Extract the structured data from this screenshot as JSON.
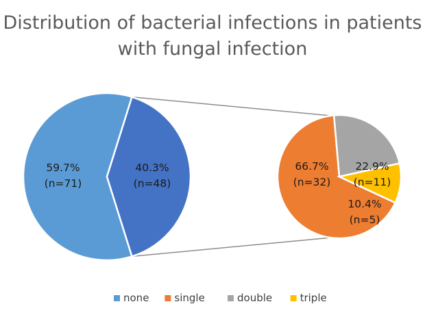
{
  "chart_data": {
    "type": "pie",
    "subtype": "pie-of-pie",
    "title": "Distribution of bacterial infections in patients with fungal infection",
    "title_lines": [
      "Distribution of bacterial infections in patients",
      "with fungal infection"
    ],
    "main_pie": {
      "slices": [
        {
          "name": "none",
          "percent_label": "59.7%",
          "count_label": "(n=71)",
          "value": 71,
          "color": "#5b9bd5"
        },
        {
          "name": "",
          "percent_label": "40.3%",
          "count_label": "(n=48)",
          "value": 48,
          "color": "#4472c4"
        }
      ]
    },
    "secondary_pie": {
      "slices": [
        {
          "name": "single",
          "percent_label": "66.7%",
          "count_label": "(n=32)",
          "value": 32,
          "color": "#ed7d31"
        },
        {
          "name": "double",
          "percent_label": "22.9%",
          "count_label": "(n=11)",
          "value": 11,
          "color": "#a5a5a5"
        },
        {
          "name": "triple",
          "percent_label": "10.4%",
          "count_label": "(n=5)",
          "value": 5,
          "color": "#ffc000"
        }
      ]
    },
    "legend": {
      "position": "bottom",
      "items": [
        {
          "label": "none",
          "color": "#5b9bd5"
        },
        {
          "label": "single",
          "color": "#ed7d31"
        },
        {
          "label": "double",
          "color": "#a5a5a5"
        },
        {
          "label": "triple",
          "color": "#ffc000"
        }
      ]
    },
    "connector_color": "#8c8c8c"
  }
}
